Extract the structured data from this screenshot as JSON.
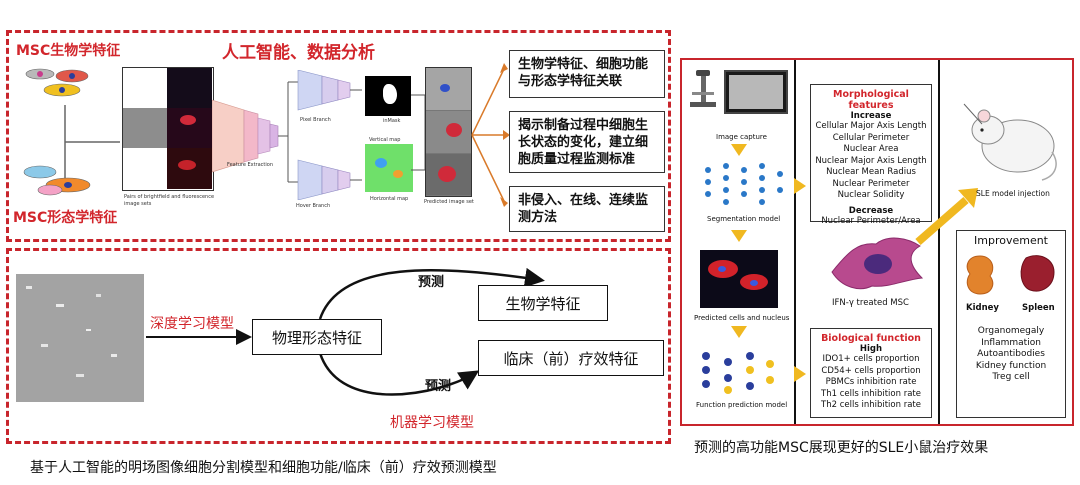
{
  "top_panel": {
    "msc_bio_label": "MSC生物学特征",
    "msc_morph_label": "MSC形态学特征",
    "title": "人工智能、数据分析",
    "img_caption_pairs": "Pairs of brightfield and fluorescence image sets",
    "feature_extraction": "Feature Extraction",
    "pixel_branch": "Pixel Branch",
    "hover_branch": "Hover Branch",
    "vertical_map": "Vertical map",
    "horizontal_map": "Horizontal map",
    "inmask": "inMask",
    "predicted_set": "Predicted image set",
    "results": [
      "生物学特征、细胞功能与形态学特征关联",
      "揭示制备过程中细胞生长状态的变化，建立细胞质量过程监测标准",
      "非侵入、在线、连续监测方法"
    ]
  },
  "bottom_panel": {
    "deep_learning": "深度学习模型",
    "machine_learning": "机器学习模型",
    "physical_morph": "物理形态特征",
    "bio_feature": "生物学特征",
    "clinical_feature": "临床（前）疗效特征",
    "predict_top": "预测",
    "predict_bottom": "预测"
  },
  "left_caption": "基于人工智能的明场图像细胞分割模型和细胞功能/临床（前）疗效预测模型",
  "right_panel": {
    "image_capture": "Image capture",
    "segmentation_model": "Segmentation model",
    "predicted_cells": "Predicted cells and nucleus",
    "function_model": "Function prediction model",
    "morph_title": "Morphological features",
    "increase": "Increase",
    "morph_items": [
      "Cellular Major Axis Length",
      "Cellular Perimeter",
      "Nuclear Area",
      "Nuclear Major Axis Length",
      "Nuclear Mean Radius",
      "Nuclear Perimeter",
      "Nuclear  Solidity"
    ],
    "decrease": "Decrease",
    "decrease_items": [
      "Nuclear Perimeter/Area"
    ],
    "ifn_label": "IFN-γ treated MSC",
    "bio_title": "Biological function",
    "high": "High",
    "bio_items": [
      "IDO1+ cells proportion",
      "CD54+ cells proportion",
      "PBMCs inhibition rate",
      "Th1 cells inhibition rate",
      "Th2 cells inhibition rate"
    ],
    "sle_injection": "SLE model injection",
    "improvement_title": "Improvement",
    "kidney": "Kidney",
    "spleen": "Spleen",
    "improve_items": [
      "Organomegaly",
      "Inflammation",
      "Autoantibodies",
      "Kidney function",
      "Treg cell"
    ]
  },
  "right_caption": "预测的高功能MSC展现更好的SLE小鼠治疗效果"
}
